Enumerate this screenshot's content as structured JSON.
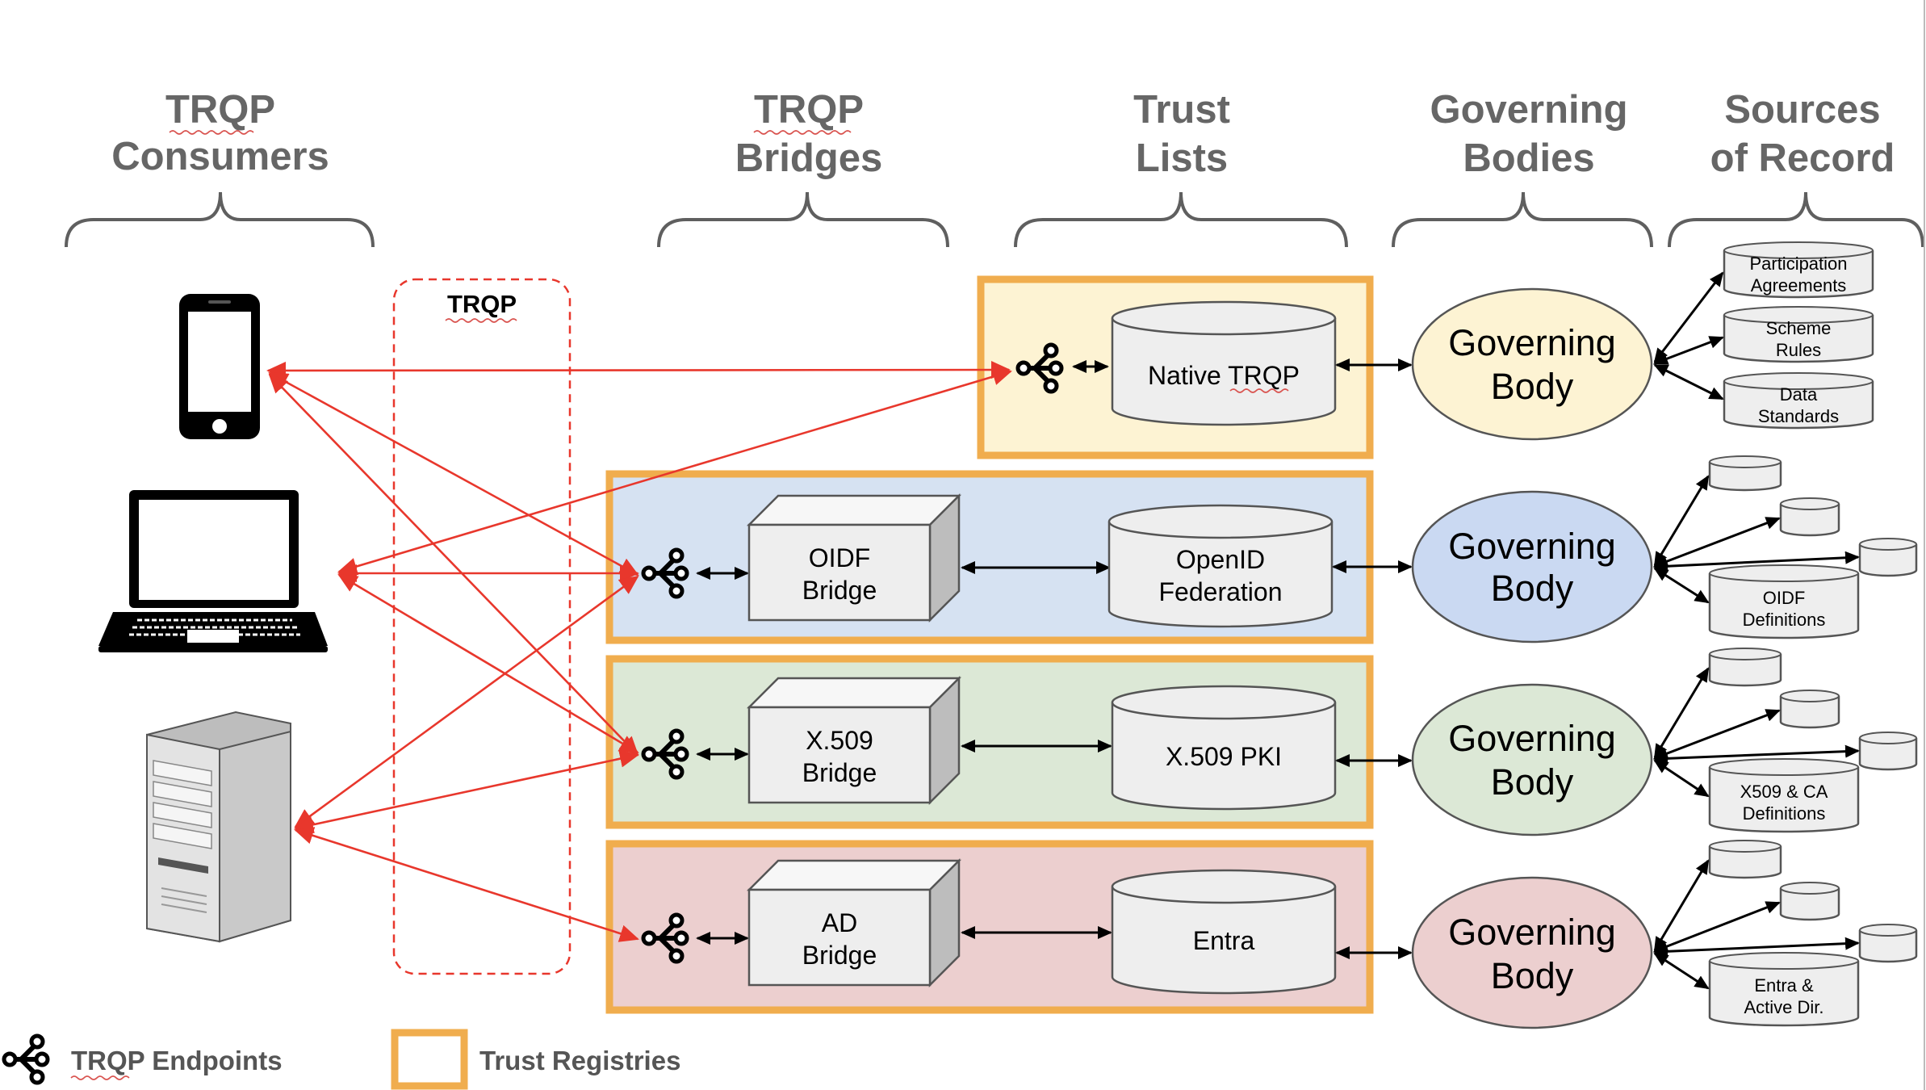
{
  "headers": {
    "consumers": [
      "TRQP",
      "Consumers"
    ],
    "bridges": [
      "TRQP",
      "Bridges"
    ],
    "trust_lists": [
      "Trust",
      "Lists"
    ],
    "governing_bodies": [
      "Governing",
      "Bodies"
    ],
    "sources": [
      "Sources",
      "of Record"
    ]
  },
  "trqp_protocol_label": "TRQP",
  "consumers": [
    "phone-icon",
    "laptop-icon",
    "server-icon"
  ],
  "rows": [
    {
      "id": "native",
      "fill": "#fdf3d3",
      "bridge": null,
      "trust_list": [
        "Native TRQP"
      ],
      "governing_body": [
        "Governing",
        "Body"
      ],
      "gb_fill": "#fdf3d3",
      "sources": [
        [
          "Participation",
          "Agreements"
        ],
        [
          "Scheme",
          "Rules"
        ],
        [
          "Data",
          "Standards"
        ]
      ]
    },
    {
      "id": "oidf",
      "fill": "#d6e2f2",
      "bridge": [
        "OIDF",
        "Bridge"
      ],
      "trust_list": [
        "OpenID",
        "Federation"
      ],
      "governing_body": [
        "Governing",
        "Body"
      ],
      "gb_fill": "#cad9f2",
      "sources": [
        [
          "OIDF",
          "Definitions"
        ]
      ]
    },
    {
      "id": "x509",
      "fill": "#dce8d6",
      "bridge": [
        "X.509",
        "Bridge"
      ],
      "trust_list": [
        "X.509 PKI"
      ],
      "governing_body": [
        "Governing",
        "Body"
      ],
      "gb_fill": "#dce8d6",
      "sources": [
        [
          "X509 & CA",
          "Definitions"
        ]
      ]
    },
    {
      "id": "ad",
      "fill": "#eccfcf",
      "bridge": [
        "AD",
        "Bridge"
      ],
      "trust_list": [
        "Entra"
      ],
      "governing_body": [
        "Governing",
        "Body"
      ],
      "gb_fill": "#eccfcf",
      "sources": [
        [
          "Entra &",
          "Active Dir."
        ]
      ]
    }
  ],
  "legend": {
    "endpoints": "TRQP Endpoints",
    "registries": "Trust Registries"
  },
  "colors": {
    "registry_border": "#f0ad4e",
    "query_arrows": "#e8372c",
    "header_text": "#666666"
  }
}
